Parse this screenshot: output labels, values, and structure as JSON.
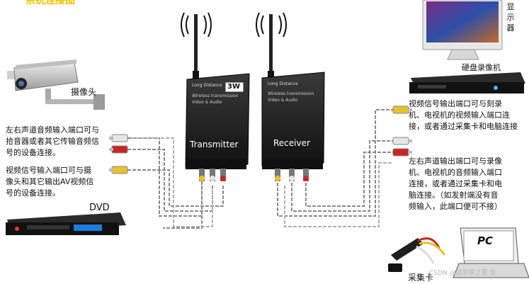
{
  "top_title": "系统连接图",
  "devices": {
    "camera_label": "摄像头",
    "dvd_label": "DVD",
    "monitor_label_chars": [
      "显",
      "示",
      "器"
    ],
    "dvr_label": "硬盘录像机",
    "capture_label": "采集卡",
    "pc_label": "PC",
    "transmitter_label": "Transmitter",
    "receiver_label": "Receiver",
    "transmitter_badge": "3W",
    "transmitter_brand": "Long Distance",
    "transmitter_subtitle_1": "Wireless transmission",
    "transmitter_subtitle_2": "Video & Audio",
    "receiver_brand": "Long Distance",
    "receiver_subtitle_1": "Wireless transmission",
    "receiver_subtitle_2": "Video & Audio"
  },
  "left_notes": {
    "audio_lines": [
      "左右声道音频输入端口可与",
      "拾音器或者其它传输音频信",
      "号的设备连接。"
    ],
    "video_lines": [
      "视频信号输入端口可与摄",
      "像头和其它输出AV视频信",
      "号的设备连接。"
    ]
  },
  "right_notes": {
    "video_lines": [
      "视频信号输出端口可与刻录",
      "机、电视机的视频输入端口连",
      "接，或者通过采集卡和电脑连接"
    ],
    "audio_lines": [
      "左右声道输出端口可与录像",
      "机、电视机的音频输入端口",
      "连接，或者通过采集卡和电",
      "脑连接。（如发射端没有音",
      "频输入，此端口便可不接）"
    ]
  },
  "watermark": "CSDN @蓝衣草之夏 龙",
  "colors": {
    "cable": "#8a8a8a",
    "device_body": "#1c1c1c",
    "accent_red": "#c0392b",
    "plug_yellow": "#e8c22a",
    "plug_white": "#e6e6e6",
    "plug_red": "#c8261f"
  }
}
